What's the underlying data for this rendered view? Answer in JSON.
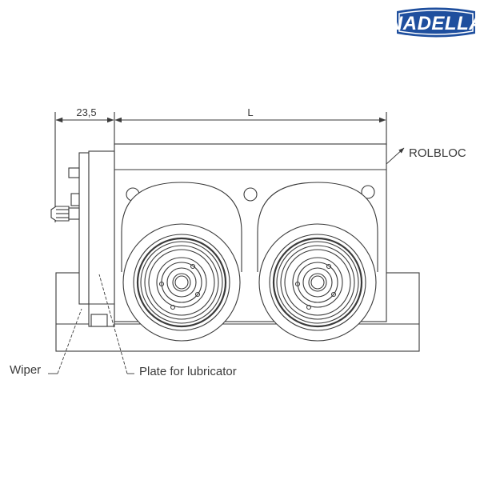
{
  "brand": {
    "logo_text": "NADELLA",
    "logo_color": "#1f4f9e"
  },
  "dimensions": {
    "plate_width": "23,5",
    "length": "L"
  },
  "callouts": {
    "rolbloc": "ROLBLOC",
    "wiper": "Wiper",
    "plate": "Plate for lubricator"
  },
  "colors": {
    "line": "#3a3a3a",
    "part_fill": "#f4f4f4"
  }
}
